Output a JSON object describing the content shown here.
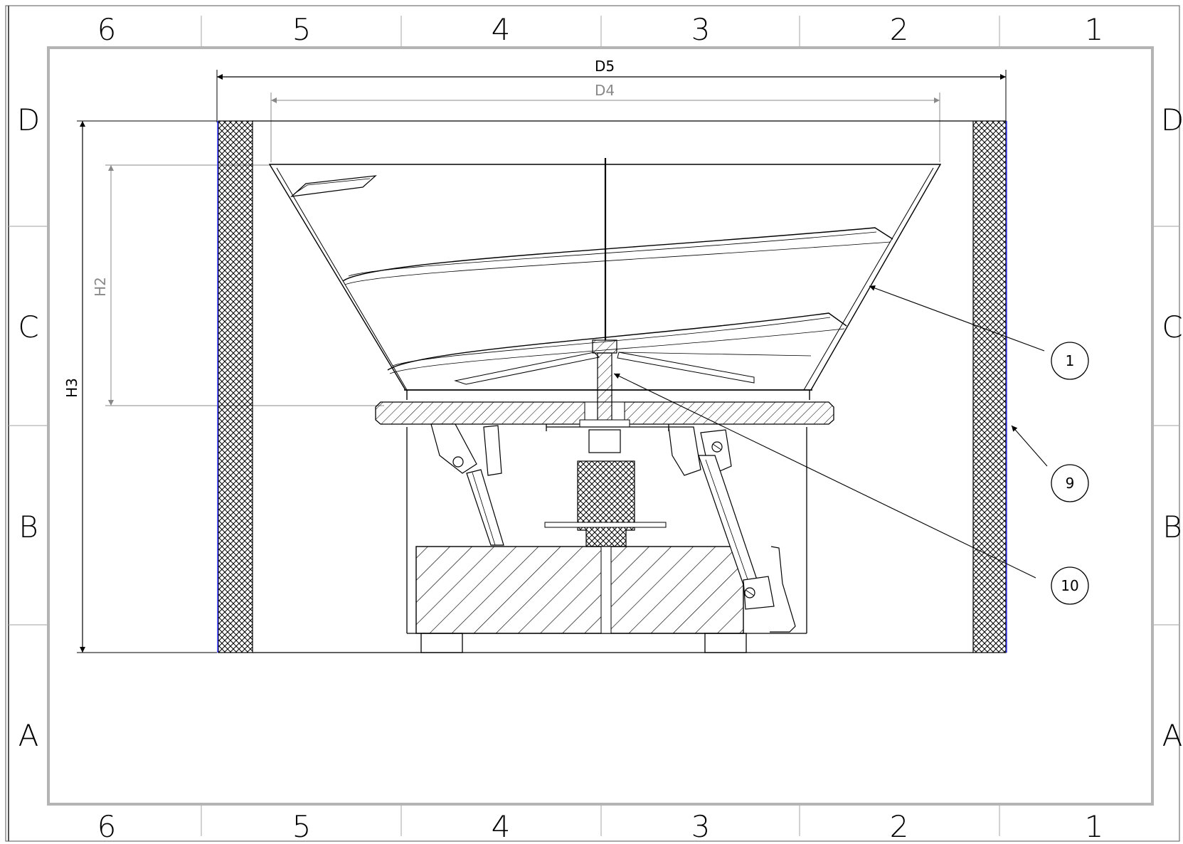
{
  "zones": {
    "columns": [
      "6",
      "5",
      "4",
      "3",
      "2",
      "1"
    ],
    "rows": [
      "D",
      "C",
      "B",
      "A"
    ]
  },
  "dimensions": {
    "d5": "D5",
    "d4": "D4",
    "h2": "H2",
    "h3": "H3"
  },
  "balloons": {
    "b1": "1",
    "b9": "9",
    "b10": "10"
  },
  "colors": {
    "line": "#000000",
    "frame": "#b4b4b4",
    "secondary_dimension": "#888888",
    "wall_edge": "#3c3cff"
  }
}
